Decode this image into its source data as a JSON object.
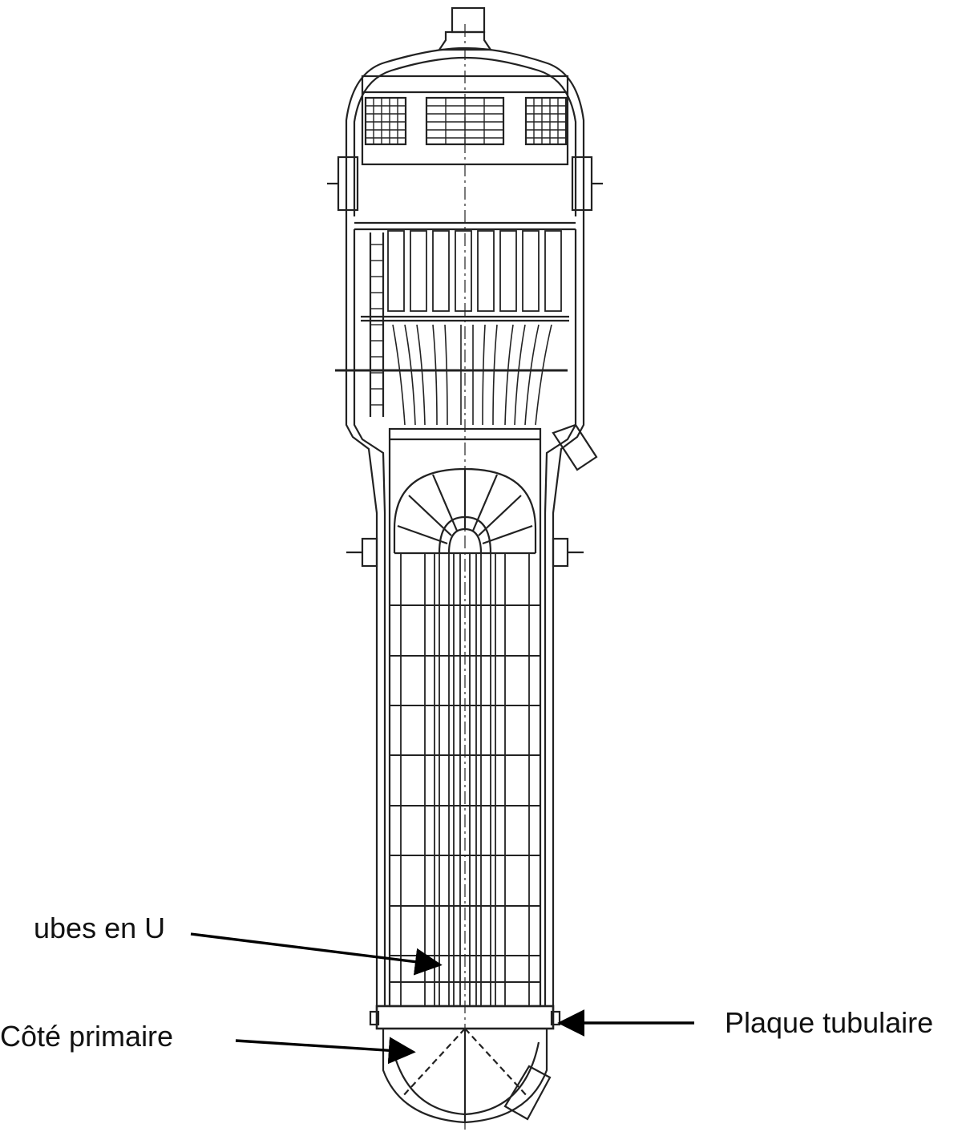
{
  "labels": {
    "tubes": "ubes en U",
    "primary_side": "Côté primaire",
    "tube_plate": "Plaque tubulaire"
  },
  "colors": {
    "line": "#222222",
    "arrow": "#000000",
    "background": "#ffffff"
  },
  "icons": {
    "arrow": "arrow-icon"
  }
}
